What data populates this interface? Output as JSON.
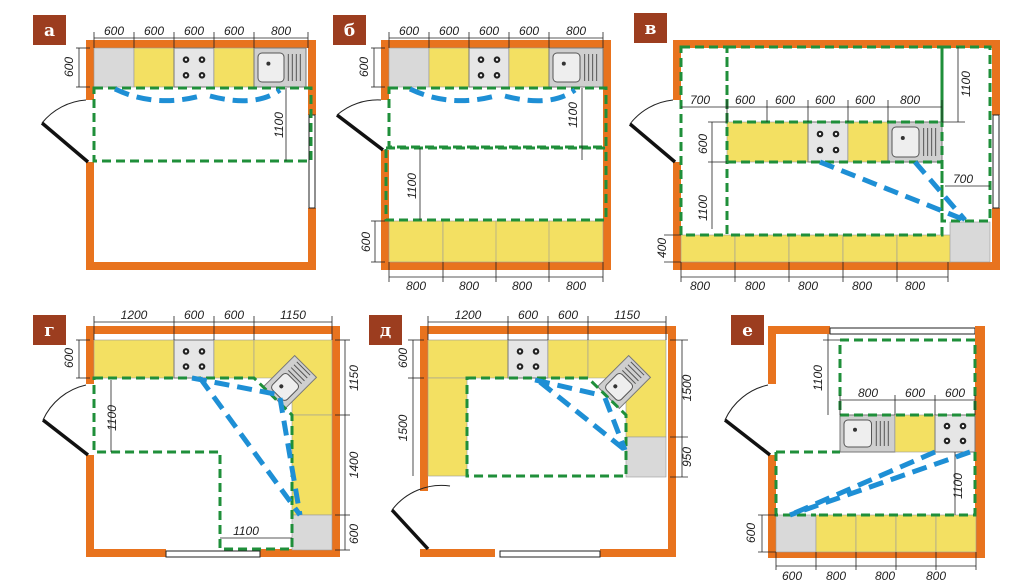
{
  "colors": {
    "wall": "#e8731e",
    "counter": "#f3e062",
    "fridge": "#d9d9d9",
    "work_triangle": "#1e8fd5",
    "clearance_zone": "#1f8f3a",
    "label_bg": "#9c3d1f"
  },
  "panels": [
    {
      "label": "а",
      "dims": [
        "600",
        "600",
        "600",
        "600",
        "800",
        "600",
        "1100"
      ]
    },
    {
      "label": "б",
      "dims": [
        "600",
        "600",
        "600",
        "600",
        "800",
        "600",
        "1100",
        "1100",
        "600",
        "800",
        "800",
        "800",
        "800"
      ]
    },
    {
      "label": "в",
      "dims": [
        "700",
        "600",
        "600",
        "600",
        "600",
        "800",
        "1100",
        "600",
        "1100",
        "700",
        "400",
        "800",
        "800",
        "800",
        "800",
        "800"
      ]
    },
    {
      "label": "г",
      "dims": [
        "1200",
        "600",
        "600",
        "1150",
        "600",
        "1100",
        "1150",
        "1400",
        "600",
        "1100"
      ]
    },
    {
      "label": "д",
      "dims": [
        "1200",
        "600",
        "600",
        "1150",
        "600",
        "1500",
        "1500",
        "950"
      ]
    },
    {
      "label": "е",
      "dims": [
        "1100",
        "800",
        "600",
        "600",
        "1100",
        "600",
        "600",
        "800",
        "800",
        "800"
      ]
    }
  ]
}
